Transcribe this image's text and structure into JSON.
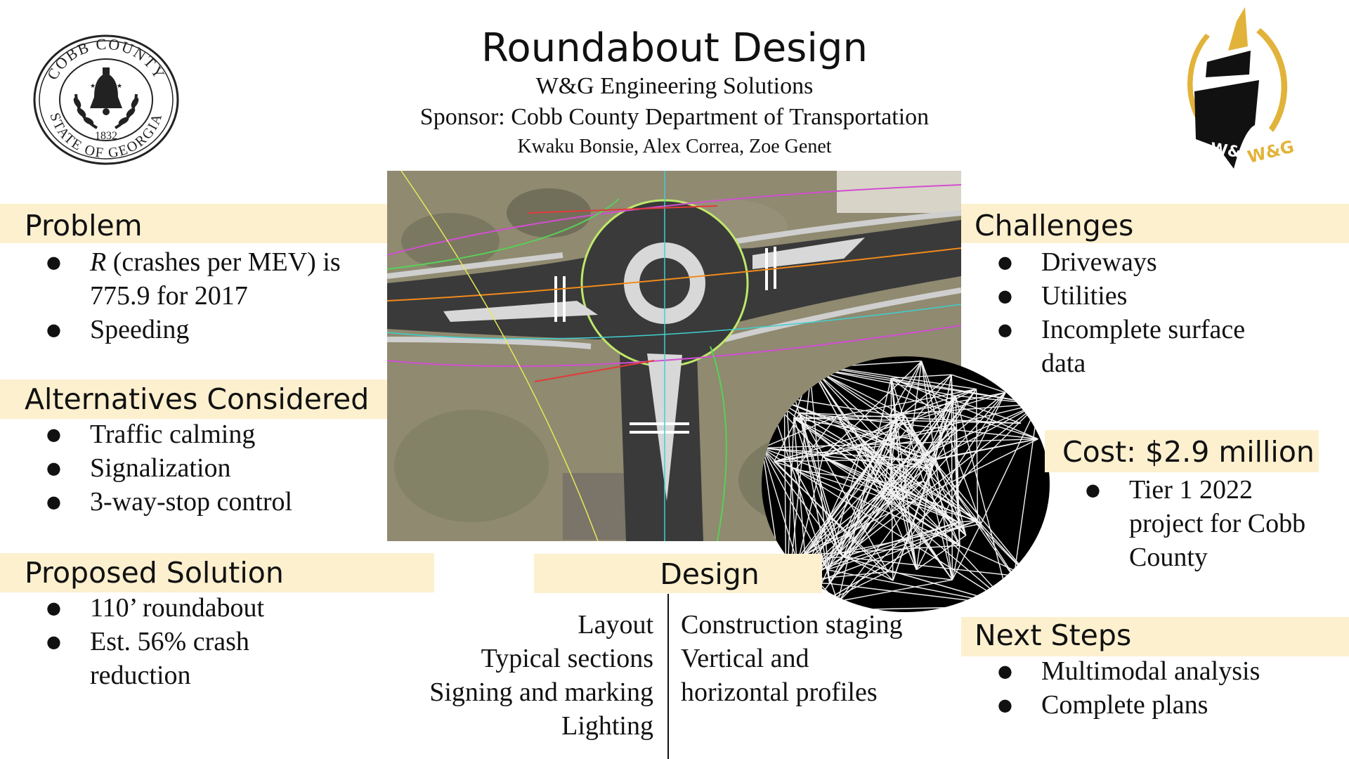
{
  "header": {
    "title": "Roundabout Design",
    "company": "W&G Engineering Solutions",
    "sponsor": "Sponsor: Cobb County Department of Transportation",
    "team": "Kwaku Bonsie, Alex Correa, Zoe Genet"
  },
  "seal": {
    "top_text": "COBB COUNTY",
    "bottom_text": "STATE OF GEORGIA",
    "year": "1832"
  },
  "logo": {
    "label_left": "W&G",
    "label_right": "W&G",
    "accent": "#e2b33a"
  },
  "problem": {
    "heading": "Problem",
    "items": [
      {
        "var": "R",
        "rest": " (crashes per MEV) is 775.9 for 2017"
      },
      {
        "text": "Speeding"
      }
    ]
  },
  "alternatives": {
    "heading": "Alternatives Considered",
    "items": [
      "Traffic calming",
      "Signalization",
      "3-way-stop control"
    ]
  },
  "proposed": {
    "heading": "Proposed Solution",
    "items": [
      "110’ roundabout",
      "Est. 56% crash reduction"
    ]
  },
  "design": {
    "heading": "Design",
    "left": [
      "Layout",
      "Typical sections",
      "Signing and marking",
      "Lighting"
    ],
    "right": [
      "Construction staging",
      "Vertical and horizontal profiles"
    ]
  },
  "challenges": {
    "heading": "Challenges",
    "items": [
      "Driveways",
      "Utilities",
      "Incomplete surface data"
    ]
  },
  "cost": {
    "heading": "Cost: $2.9 million",
    "items": [
      "Tier 1 2022 project for Cobb County"
    ]
  },
  "next_steps": {
    "heading": "Next Steps",
    "items": [
      "Multimodal analysis",
      "Complete plans"
    ]
  },
  "colors": {
    "band": "#fdf0cf",
    "road": "#3a3a3a",
    "gold": "#e2b33a"
  }
}
